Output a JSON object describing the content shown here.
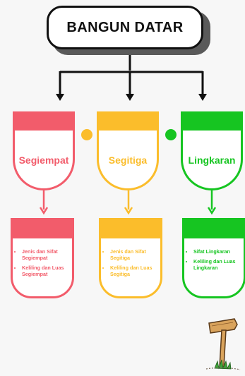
{
  "title": "BANGUN DATAR",
  "colors": {
    "red": "#f25c6b",
    "yellow": "#fbbd2b",
    "green": "#16c521",
    "arrow_black": "#111111"
  },
  "categories": [
    {
      "label": "Segiempat",
      "color": "#f25c6b",
      "items": [
        "Jenis dan Sifat Segiempat",
        "Keliling dan Luas Segiempat"
      ]
    },
    {
      "label": "Segitiga",
      "color": "#fbbd2b",
      "items": [
        "Jenis dan Sifat Segitiga",
        "Keliling dan Luas Segitiga"
      ]
    },
    {
      "label": "Lingkaran",
      "color": "#16c521",
      "items": [
        "Sifat Lingkaran",
        "Keliling dan Luas Lingkaran"
      ]
    }
  ],
  "decoration": {
    "signpost-icon": "wooden signpost with grass"
  }
}
